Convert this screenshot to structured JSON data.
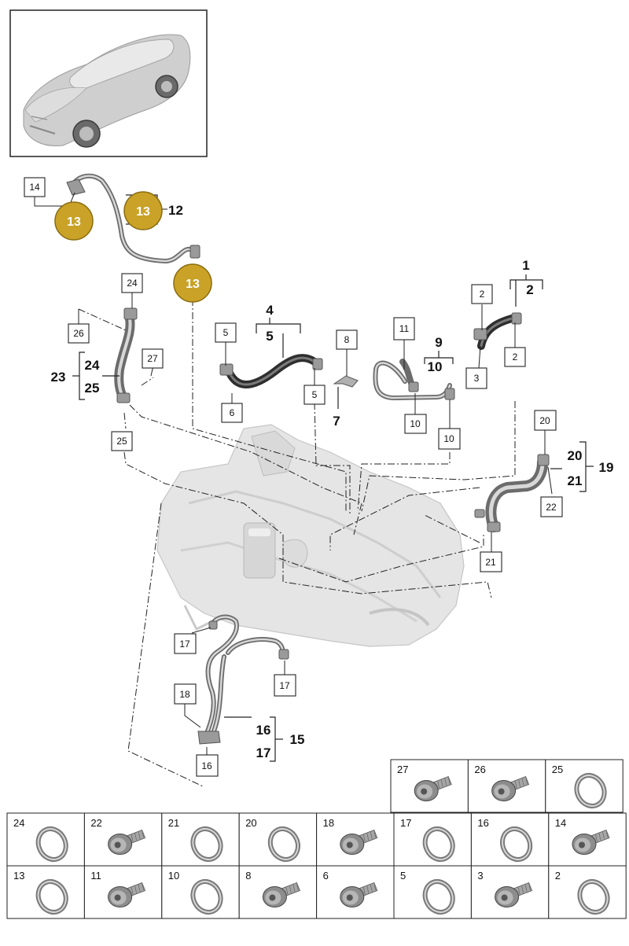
{
  "callouts": {
    "boxed": [
      {
        "id": "c14",
        "label": "14"
      },
      {
        "id": "c24",
        "label": "24"
      },
      {
        "id": "c26",
        "label": "26"
      },
      {
        "id": "c27",
        "label": "27"
      },
      {
        "id": "c25",
        "label": "25"
      },
      {
        "id": "c5a",
        "label": "5"
      },
      {
        "id": "c6",
        "label": "6"
      },
      {
        "id": "c5b",
        "label": "5"
      },
      {
        "id": "c8",
        "label": "8"
      },
      {
        "id": "c11",
        "label": "11"
      },
      {
        "id": "c10a",
        "label": "10"
      },
      {
        "id": "c10b",
        "label": "10"
      },
      {
        "id": "c2a",
        "label": "2"
      },
      {
        "id": "c3",
        "label": "3"
      },
      {
        "id": "c2b",
        "label": "2"
      },
      {
        "id": "c20",
        "label": "20"
      },
      {
        "id": "c22",
        "label": "22"
      },
      {
        "id": "c21",
        "label": "21"
      },
      {
        "id": "c17a",
        "label": "17"
      },
      {
        "id": "c17b",
        "label": "17"
      },
      {
        "id": "c18",
        "label": "18"
      },
      {
        "id": "c16",
        "label": "16"
      }
    ],
    "coins": [
      "13",
      "13",
      "13"
    ],
    "groups": {
      "g12": {
        "label": "12"
      },
      "g1": {
        "top": "1",
        "bottom": "2"
      },
      "g4": {
        "top": "4",
        "bottom": "5"
      },
      "g9": {
        "top": "9",
        "bottom": "10"
      },
      "g7": {
        "label": "7"
      },
      "g23": {
        "left": "23",
        "top": "24",
        "bottom": "25"
      },
      "g19": {
        "right": "19",
        "top": "20",
        "bottom": "21"
      },
      "g15": {
        "right": "15",
        "top": "16",
        "bottom": "17"
      }
    }
  },
  "parts_table": {
    "row_top": [
      {
        "num": "27",
        "kind": "bolt"
      },
      {
        "num": "26",
        "kind": "bolt"
      },
      {
        "num": "25",
        "kind": "ring"
      }
    ],
    "row_mid": [
      {
        "num": "24",
        "kind": "ring"
      },
      {
        "num": "22",
        "kind": "bolt"
      },
      {
        "num": "21",
        "kind": "ring"
      },
      {
        "num": "20",
        "kind": "ring"
      },
      {
        "num": "18",
        "kind": "bolt"
      },
      {
        "num": "17",
        "kind": "ring"
      },
      {
        "num": "16",
        "kind": "ring"
      },
      {
        "num": "14",
        "kind": "bolt"
      }
    ],
    "row_bot": [
      {
        "num": "13",
        "kind": "ring"
      },
      {
        "num": "11",
        "kind": "bolt"
      },
      {
        "num": "10",
        "kind": "ring"
      },
      {
        "num": "8",
        "kind": "bolt"
      },
      {
        "num": "6",
        "kind": "bolt"
      },
      {
        "num": "5",
        "kind": "ring"
      },
      {
        "num": "3",
        "kind": "bolt"
      },
      {
        "num": "2",
        "kind": "ring"
      }
    ]
  },
  "colors": {
    "coin": "#c9a227",
    "coin_edge": "#8a6c10",
    "engine": "#e4e4e4",
    "metal": "#8a8a8a"
  }
}
